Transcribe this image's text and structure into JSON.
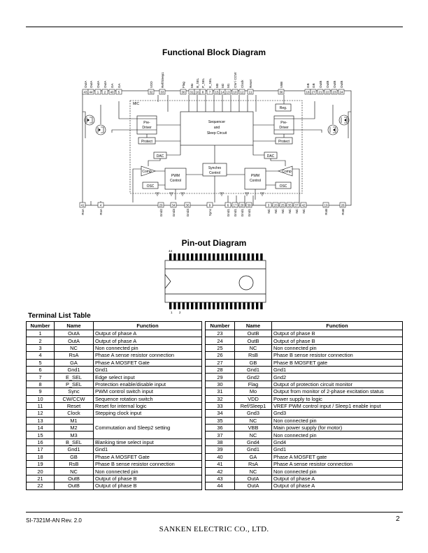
{
  "header": {},
  "fbd": {
    "title": "Functional Block Diagram",
    "top_pins": [
      {
        "num": "43",
        "name": "OutA"
      },
      {
        "num": "44",
        "name": "OutA"
      },
      {
        "num": "1",
        "name": "OutA"
      },
      {
        "num": "2",
        "name": "OutA"
      },
      {
        "num": "40",
        "name": "GA"
      },
      {
        "num": "5",
        "name": "GA"
      },
      {
        "num": "32",
        "name": "VDD"
      },
      {
        "num": "33",
        "name": "Ref/Sleep1"
      },
      {
        "num": "30",
        "name": "Flag"
      },
      {
        "num": "31",
        "name": "Mo"
      },
      {
        "num": "16",
        "name": "B_SEL"
      },
      {
        "num": "8",
        "name": "P_SEL"
      },
      {
        "num": "7",
        "name": "E_SEL"
      },
      {
        "num": "15",
        "name": "M3"
      },
      {
        "num": "14",
        "name": "M2"
      },
      {
        "num": "13",
        "name": "M1"
      },
      {
        "num": "10",
        "name": "CW / CCW"
      },
      {
        "num": "12",
        "name": "Clock"
      },
      {
        "num": "11",
        "name": "Reset"
      },
      {
        "num": "36",
        "name": "VBB"
      },
      {
        "num": "18",
        "name": "GB"
      },
      {
        "num": "27",
        "name": "GB"
      },
      {
        "num": "21",
        "name": "OutB"
      },
      {
        "num": "22",
        "name": "OutB"
      },
      {
        "num": "23",
        "name": "OutB"
      },
      {
        "num": "24",
        "name": "OutB"
      }
    ],
    "bottom_pins": [
      {
        "num": "41",
        "name": "RsA"
      },
      {
        "num": "4",
        "name": "RsA"
      },
      {
        "num": "29",
        "name": "Gnd2"
      },
      {
        "num": "34",
        "name": "Gnd3"
      },
      {
        "num": "36",
        "name": "Gnd4"
      },
      {
        "num": "9",
        "name": "Sync"
      },
      {
        "num": "6",
        "name": "Gnd1"
      },
      {
        "num": "17",
        "name": "Gnd1"
      },
      {
        "num": "28",
        "name": "Gnd1"
      },
      {
        "num": "39",
        "name": "Gnd1"
      },
      {
        "num": "3",
        "name": "NC"
      },
      {
        "num": "20",
        "name": "NC"
      },
      {
        "num": "25",
        "name": "NC"
      },
      {
        "num": "35",
        "name": "NC"
      },
      {
        "num": "37",
        "name": "NC"
      },
      {
        "num": "42",
        "name": "NC"
      },
      {
        "num": "19",
        "name": "RsB"
      },
      {
        "num": "26",
        "name": "RsB"
      }
    ],
    "blocks": {
      "mic": "MIC",
      "reg": "Reg.",
      "sequencer": [
        "Sequencer",
        "and",
        "Sleep Circuit"
      ],
      "predriver": [
        "Pre-",
        "Driver"
      ],
      "protect": "Protect",
      "dac": "DAC",
      "comp": "Comp",
      "osc": "OSC",
      "pwm": [
        "PWM",
        "Control"
      ],
      "synchro": [
        "Synchro",
        "Control"
      ]
    }
  },
  "pinout": {
    "title": "Pin-out Diagram",
    "pin_first": "1",
    "pin_second": "2",
    "pin_last": "44"
  },
  "table": {
    "caption": "Terminal List Table",
    "headers": [
      "Number",
      "Name",
      "Function"
    ],
    "left": [
      [
        "1",
        "OutA",
        "Output of phase A"
      ],
      [
        "2",
        "OutA",
        "Output of phase A"
      ],
      [
        "3",
        "NC",
        "Non connected pin"
      ],
      [
        "4",
        "RsA",
        "Phase A sense resistor connection"
      ],
      [
        "5",
        "GA",
        "Phase  A MOSFET Gate"
      ],
      [
        "6",
        "Gnd1",
        "Gnd1"
      ],
      [
        "7",
        "E_SEL",
        "Edge select input"
      ],
      [
        "8",
        "P_SEL",
        "Protection enable/disable input"
      ],
      [
        "9",
        "Sync",
        "PWM control switch input"
      ],
      [
        "10",
        "CW/CCW",
        "Sequence rotation switch"
      ],
      [
        "11",
        "Reset",
        "Reset for internal logic"
      ],
      [
        "12",
        "Clock",
        "Stepping clock input"
      ],
      [
        "13",
        "M1",
        ""
      ],
      [
        "14",
        "M2",
        "Commutation and Sleep2 setting"
      ],
      [
        "15",
        "M3",
        ""
      ],
      [
        "16",
        "B_SEL",
        "Blanking time select input"
      ],
      [
        "17",
        "Gnd1",
        "Gnd1"
      ],
      [
        "18",
        "GB",
        "Phase A MOSFET Gate"
      ],
      [
        "19",
        "RsB",
        "Phase B sense resistor connection"
      ],
      [
        "20",
        "NC",
        "Non connected pin"
      ],
      [
        "21",
        "OutB",
        "Output of phase B"
      ],
      [
        "22",
        "OutB",
        "Output of phase B"
      ]
    ],
    "right": [
      [
        "23",
        "OutB",
        "Output of phase B"
      ],
      [
        "24",
        "OutB",
        "Output of phase B"
      ],
      [
        "25",
        "NC",
        "Non connected pin"
      ],
      [
        "26",
        "RsB",
        "Phase B sense resistor connection"
      ],
      [
        "27",
        "GB",
        "Phase B MOSFET gate"
      ],
      [
        "28",
        "Gnd1",
        "Gnd1"
      ],
      [
        "29",
        "Gnd2",
        "Gnd2"
      ],
      [
        "30",
        "Flag",
        "Output of protection circuit monitor"
      ],
      [
        "31",
        "Mo",
        "Output from monitor of 2-phase excitation status"
      ],
      [
        "32",
        "VDD",
        "Power supply to logic"
      ],
      [
        "33",
        "Ref/Sleep1",
        "VREF PWM control input / Sleep1 enable input"
      ],
      [
        "34",
        "Gnd3",
        "Gnd3"
      ],
      [
        "35",
        "NC",
        "Non connected pin"
      ],
      [
        "36",
        "VBB",
        "Main power supply (for motor)"
      ],
      [
        "37",
        "NC",
        "Non connected pin"
      ],
      [
        "38",
        "Gnd4",
        "Gnd4"
      ],
      [
        "39",
        "Gnd1",
        "Gnd1"
      ],
      [
        "40",
        "GA",
        "Phase A MOSFET gate"
      ],
      [
        "41",
        "RsA",
        "Phase A sense resistor connection"
      ],
      [
        "42",
        "NC",
        "Non connected pin"
      ],
      [
        "43",
        "OutA",
        "Output of phase A"
      ],
      [
        "44",
        "OutA",
        "Output of phase A"
      ]
    ]
  },
  "footer": {
    "doc_id": "SI-7321M-AN Rev. 2.0",
    "page": "2",
    "company": "SANKEN ELECTRIC CO., LTD."
  }
}
